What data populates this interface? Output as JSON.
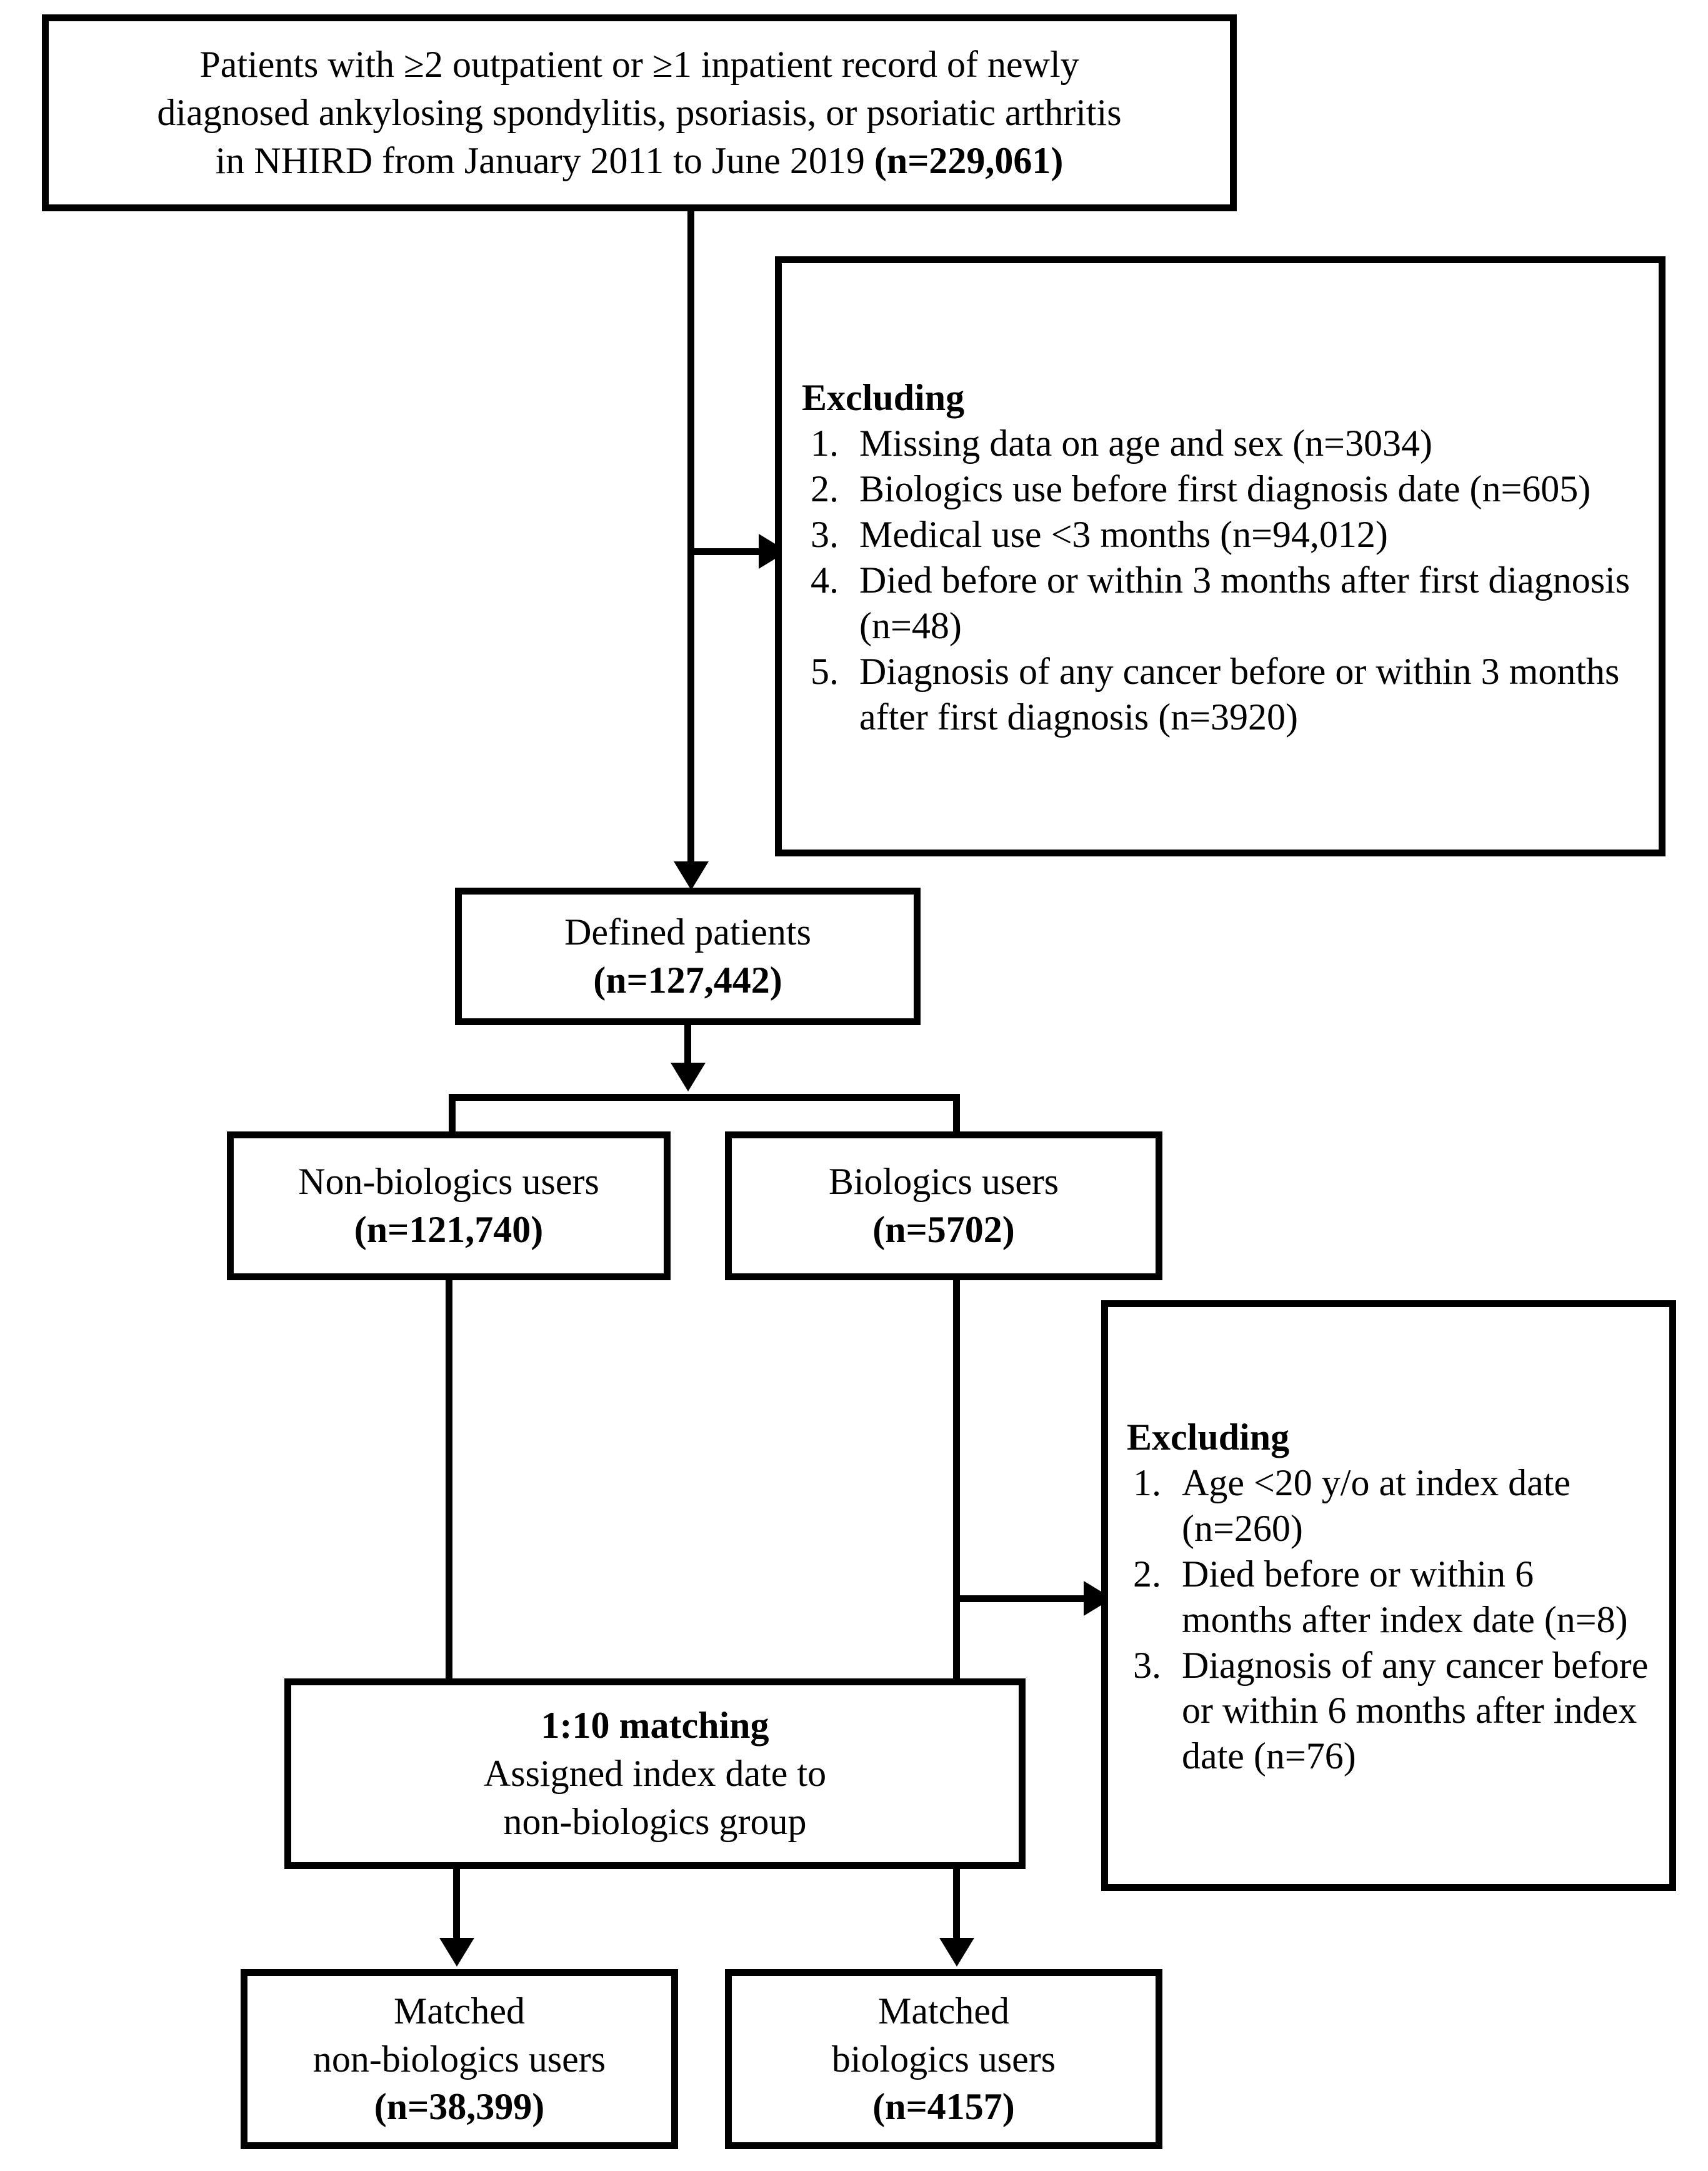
{
  "diagram": {
    "title": "Study population selection flowchart",
    "colors": {
      "stroke": "#000000",
      "background": "#ffffff",
      "text": "#000000"
    },
    "nodes": {
      "source_population": {
        "lines": [
          {
            "text": "Patients with ≥2 outpatient or ≥1 inpatient record of newly",
            "bold": false
          },
          {
            "text": "diagnosed ankylosing spondylitis, psoriasis, or psoriatic arthritis",
            "bold": false
          }
        ],
        "last_line_plain": "in NHIRD from January 2011 to June 2019 ",
        "last_line_bold": "(n=229,061)"
      },
      "excluding_1": {
        "title": "Excluding",
        "items": [
          "Missing data on age and sex (n=3034)",
          "Biologics use before first diagnosis date (n=605)",
          "Medical use <3 months (n=94,012)",
          "Died before or within 3 months after first diagnosis (n=48)",
          "Diagnosis of any cancer before or within 3 months after first diagnosis (n=3920)"
        ]
      },
      "defined_patients": {
        "label": "Defined patients",
        "count": "(n=127,442)"
      },
      "non_biologics_users": {
        "label": "Non-biologics users",
        "count": "(n=121,740)"
      },
      "biologics_users": {
        "label": "Biologics users",
        "count": "(n=5702)"
      },
      "excluding_2": {
        "title": "Excluding",
        "items": [
          "Age <20 y/o at index date (n=260)",
          "Died before or within 6 months after index date (n=8)",
          "Diagnosis of any cancer before or within 6 months after index date (n=76)"
        ]
      },
      "matching": {
        "headline": "1:10 matching",
        "line2": "Assigned index date to",
        "line3": "non-biologics group"
      },
      "matched_non_biologics": {
        "line1": "Matched",
        "line2": "non-biologics users",
        "count": "(n=38,399)"
      },
      "matched_biologics": {
        "line1": "Matched",
        "line2": "biologics users",
        "count": "(n=4157)"
      }
    }
  }
}
